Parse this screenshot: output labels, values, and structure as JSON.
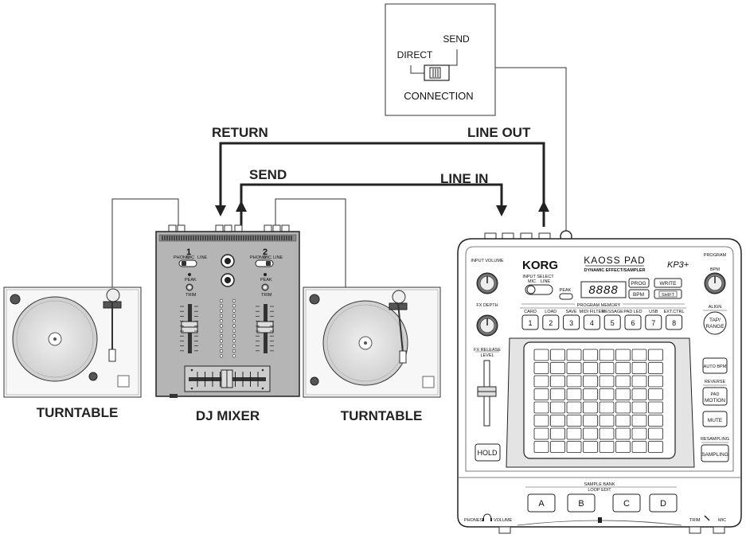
{
  "connection_box": {
    "send_label": "SEND",
    "direct_label": "DIRECT",
    "title": "CONNECTION"
  },
  "cable_labels": {
    "return": "RETURN",
    "line_out": "LINE OUT",
    "send": "SEND",
    "line_in": "LINE IN"
  },
  "device_labels": {
    "turntable_left": "TURNTABLE",
    "dj_mixer": "DJ MIXER",
    "turntable_right": "TURNTABLE"
  },
  "mixer": {
    "ch1": "1",
    "ch2": "2",
    "phono": "PHONO",
    "mic": "MIC",
    "line": "LINE",
    "peak": "PEAK",
    "trim": "TRIM"
  },
  "kaoss": {
    "brand": "KORG",
    "product_name": "KAOSS PAD",
    "product_sub": "DYNAMIC EFFECT/SAMPLER",
    "model": "KP3+",
    "input_volume": "INPUT VOLUME",
    "input_select": "INPUT SELECT",
    "mic": "MIC",
    "line": "LINE",
    "peak": "PEAK",
    "display": "8888",
    "prog": "PROG",
    "bpm": "BPM",
    "write": "WRITE",
    "shift": "SHIFT",
    "program": "PROGRAM",
    "program_bpm": "BPM",
    "align": "ALIGN",
    "tap_line1": "TAP/",
    "tap_line2": "RANGE",
    "program_memory": "PROGRAM MEMORY",
    "memory_labels": [
      "CARD",
      "LOAD",
      "SAVE",
      "MIDI FILTER",
      "MESSAGE",
      "PAD LED",
      "USB",
      "EXT.CTRL"
    ],
    "memory_buttons": [
      "1",
      "2",
      "3",
      "4",
      "5",
      "6",
      "7",
      "8"
    ],
    "fx_depth": "FX DEPTH",
    "fx_release_1": "FX RELEASE",
    "fx_release_2": "LEVEL",
    "hold": "HOLD",
    "auto_bpm": "AUTO BPM",
    "reverse": "REVERSE",
    "pad_motion_1": "PAD",
    "pad_motion_2": "MOTION",
    "mute": "MUTE",
    "resampling": "RESAMPLING",
    "sampling": "SAMPLING",
    "sample_bank_1": "SAMPLE BANK",
    "sample_bank_2": "LOOP EDIT",
    "bank_buttons": [
      "A",
      "B",
      "C",
      "D"
    ],
    "phones": "PHONES",
    "volume": "VOLUME",
    "trim": "TRIM",
    "mic_jack": "MIC"
  }
}
